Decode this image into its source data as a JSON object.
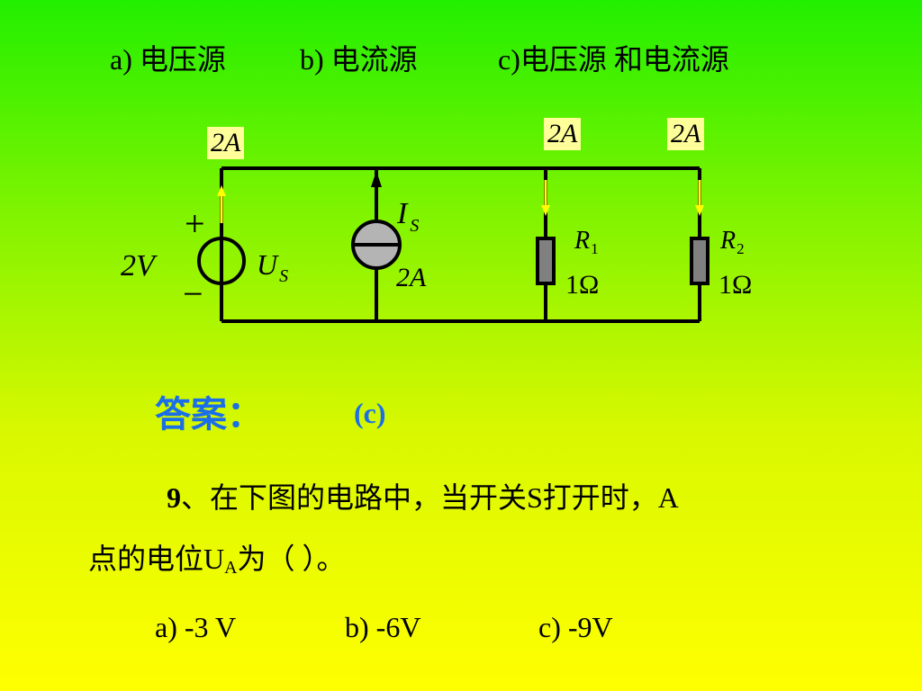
{
  "options_top": {
    "a": "a) 电压源",
    "b": "b) 电流源",
    "c": "c)电压源 和电流源"
  },
  "circuit": {
    "branch_current_labels": [
      "2A",
      "2A",
      "2A"
    ],
    "voltage_source": {
      "value": "2V",
      "symbol": "U",
      "subscript": "S",
      "plus": "+",
      "minus": "−"
    },
    "current_source": {
      "symbol": "I",
      "subscript": "S",
      "value": "2A"
    },
    "resistors": [
      {
        "symbol": "R",
        "subscript": "1",
        "value": "1Ω"
      },
      {
        "symbol": "R",
        "subscript": "2",
        "value": "1Ω"
      }
    ],
    "colors": {
      "wire": "#000000",
      "arrow": "#ffff00",
      "resistor": "#808080",
      "source_fill": "#b4b4b4",
      "label_box": "#ffff9a"
    }
  },
  "answer": {
    "label": "答案：",
    "value": "(c)"
  },
  "question": {
    "number": "9",
    "line1_rest": "、在下图的电路中，当开关S打开时，A",
    "line2_pre": "点的电位U",
    "line2_sub": "A",
    "line2_post": "为（     ）。",
    "options": {
      "a": "a)  -3 V",
      "b": "b)  -6V",
      "c": "c) -9V"
    }
  }
}
